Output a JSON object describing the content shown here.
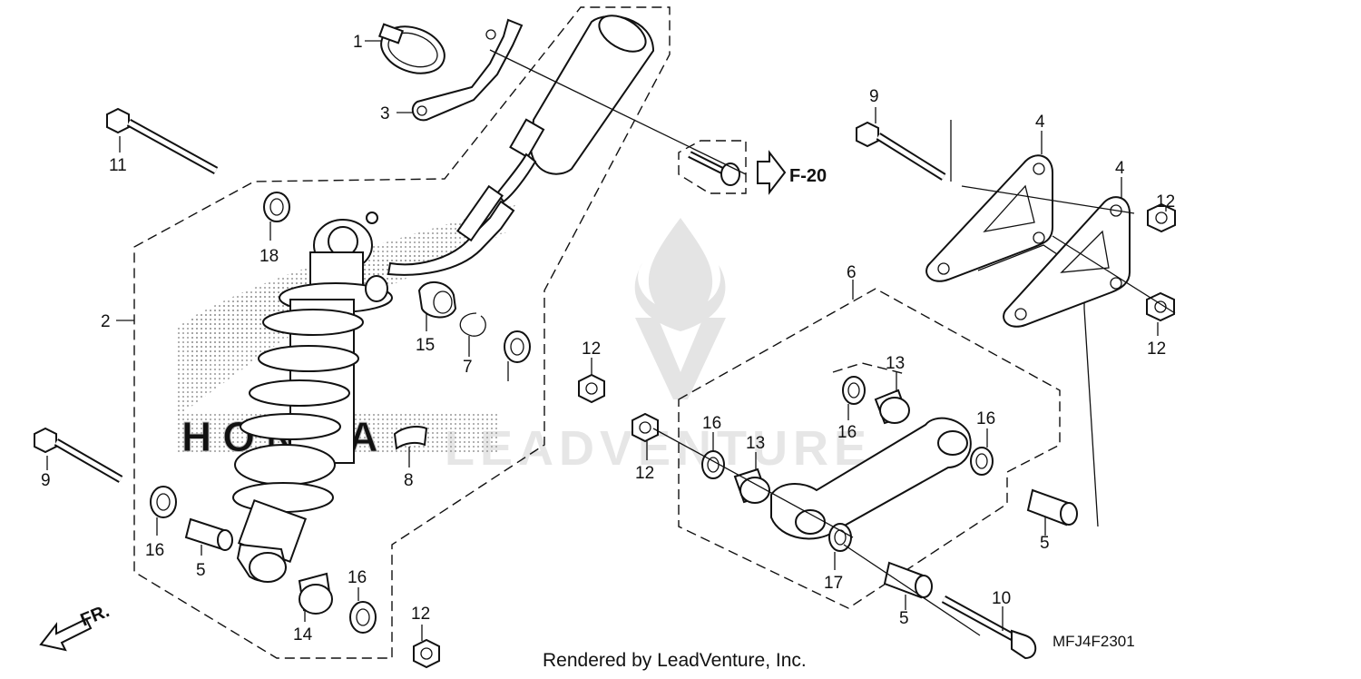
{
  "diagram": {
    "diagram_code": "MFJ4F2301",
    "credit": "Rendered by LeadVenture, Inc.",
    "reference_callout": "F-20",
    "front_label": "FR.",
    "watermark_text": "LEADVENTURE",
    "background_logo_text": "HONDA",
    "callouts": [
      {
        "id": "c1",
        "text": "1"
      },
      {
        "id": "c2",
        "text": "2"
      },
      {
        "id": "c3",
        "text": "3"
      },
      {
        "id": "c4a",
        "text": "4"
      },
      {
        "id": "c4b",
        "text": "4"
      },
      {
        "id": "c5a",
        "text": "5"
      },
      {
        "id": "c5b",
        "text": "5"
      },
      {
        "id": "c5c",
        "text": "5"
      },
      {
        "id": "c6",
        "text": "6"
      },
      {
        "id": "c7",
        "text": "7"
      },
      {
        "id": "c8",
        "text": "8"
      },
      {
        "id": "c9a",
        "text": "9"
      },
      {
        "id": "c9b",
        "text": "9"
      },
      {
        "id": "c10",
        "text": "10"
      },
      {
        "id": "c11",
        "text": "11"
      },
      {
        "id": "c12a",
        "text": "12"
      },
      {
        "id": "c12b",
        "text": "12"
      },
      {
        "id": "c12c",
        "text": "12"
      },
      {
        "id": "c12d",
        "text": "12"
      },
      {
        "id": "c12e",
        "text": "12"
      },
      {
        "id": "c13a",
        "text": "13"
      },
      {
        "id": "c13b",
        "text": "13"
      },
      {
        "id": "c14",
        "text": "14"
      },
      {
        "id": "c15",
        "text": "15"
      },
      {
        "id": "c16a",
        "text": "16"
      },
      {
        "id": "c16b",
        "text": "16"
      },
      {
        "id": "c16c",
        "text": "16"
      },
      {
        "id": "c16d",
        "text": "16"
      },
      {
        "id": "c16e",
        "text": "16"
      },
      {
        "id": "c17",
        "text": "17"
      },
      {
        "id": "c18",
        "text": "18"
      }
    ]
  }
}
